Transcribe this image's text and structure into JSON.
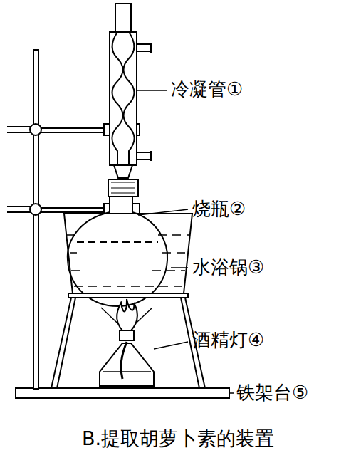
{
  "diagram": {
    "caption": "B.提取胡萝卜素的装置",
    "labels": [
      "冷凝管①",
      "烧瓶②",
      "水浴锅③",
      "酒精灯④",
      "铁架台⑤"
    ]
  }
}
